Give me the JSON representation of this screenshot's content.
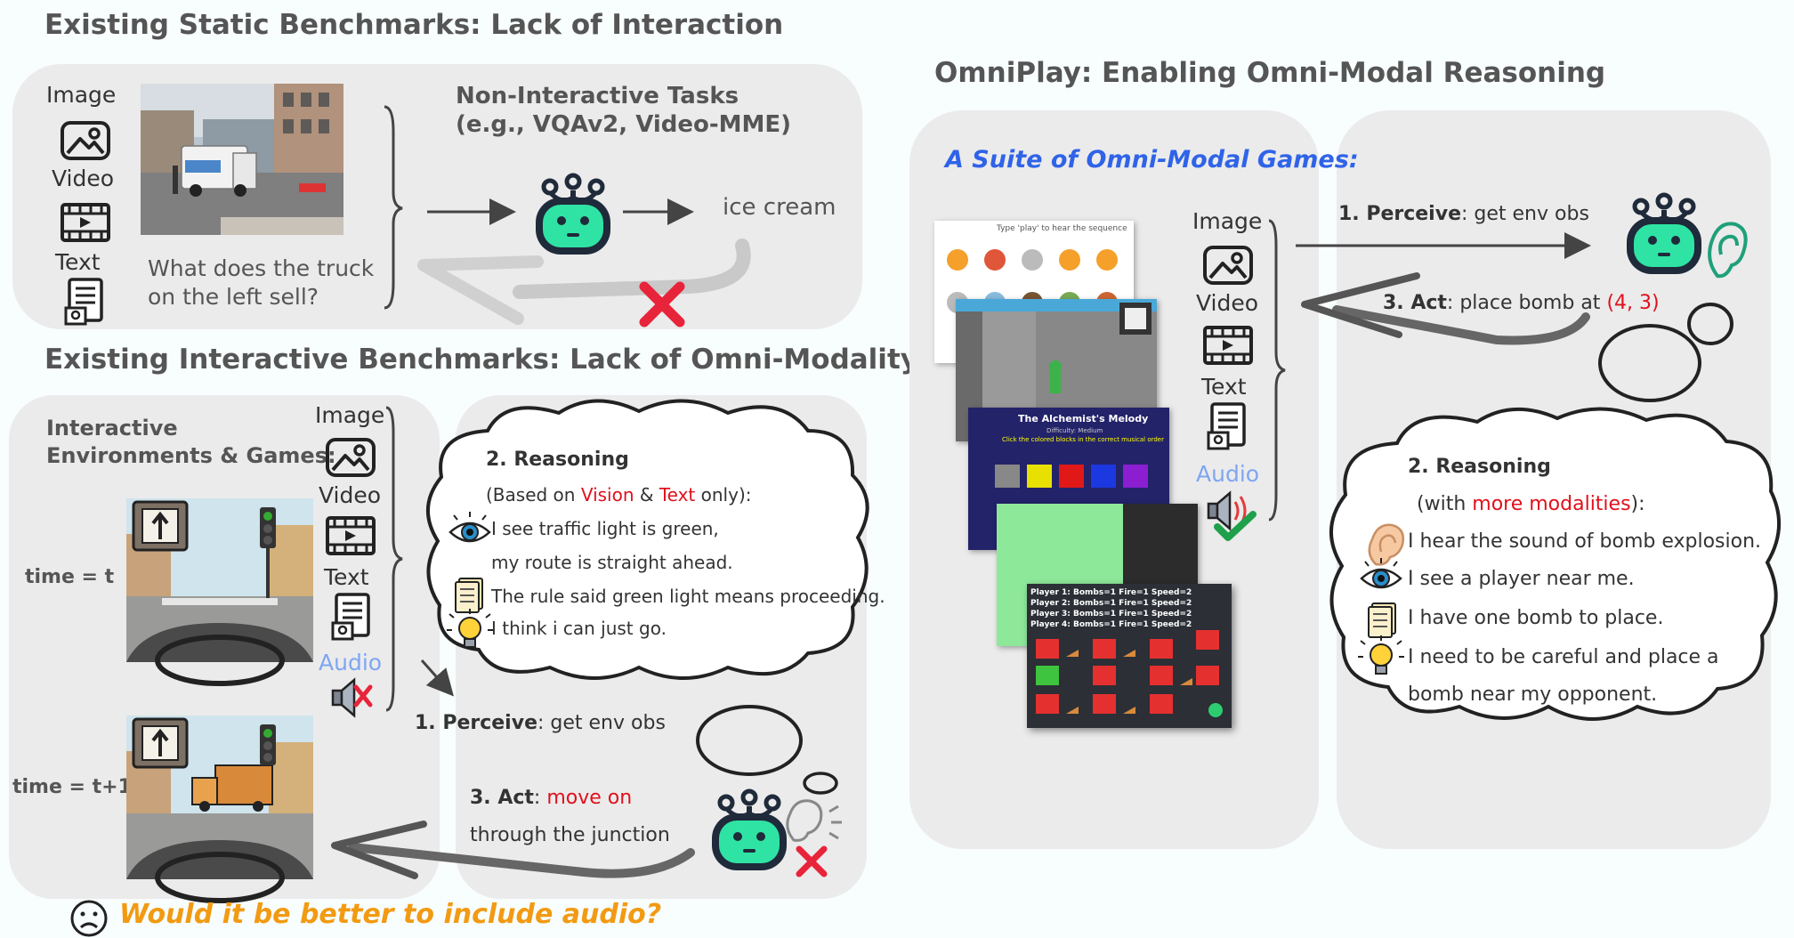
{
  "static_section": {
    "heading": "Existing Static Benchmarks: Lack of Interaction",
    "mod_image": "Image",
    "mod_video": "Video",
    "mod_text": "Text",
    "question_line1": "What does the truck",
    "question_line2": "on the left sell?",
    "tasks_line1": "Non-Interactive Tasks",
    "tasks_line2": "(e.g., VQAv2, Video-MME)",
    "answer": "ice cream"
  },
  "interactive_section": {
    "heading": "Existing Interactive Benchmarks: Lack of Omni-Modality",
    "env_label_line1": "Interactive",
    "env_label_line2": "Environments & Games:",
    "time1": "time = t",
    "time2": "time = t+1",
    "mod_image": "Image",
    "mod_video": "Video",
    "mod_text": "Text",
    "mod_audio": "Audio",
    "reasoning_title": "2. Reasoning",
    "reasoning_based_prefix": "(Based on ",
    "reasoning_vision": "Vision",
    "reasoning_amp": " & ",
    "reasoning_text": "Text",
    "reasoning_only": " only):",
    "r1": "I see traffic light is green,",
    "r1b": "my route is straight ahead.",
    "r2": "The rule said green light means proceeding.",
    "r3": "I think i can just go.",
    "perceive_num": "1. ",
    "perceive_bold": "Perceive",
    "perceive_rest": ": get env obs",
    "act_num": "3. ",
    "act_bold": "Act",
    "act_colon": ": ",
    "act_red": "move on",
    "act_line2": "through the junction",
    "question": "Would it be better to include audio?"
  },
  "omniplay_section": {
    "heading": "OmniPlay: Enabling Omni-Modal Reasoning",
    "suite_title": "A Suite of Omni-Modal Games:",
    "game_alchemist_title": "The Alchemist's Melody",
    "game_alchemist_difficulty": "Difficulty: Medium",
    "game_alchemist_instr": "Click the colored blocks in the correct musical order",
    "game_seq_instr": "Type 'play' to hear the sequence",
    "bomber_lines": [
      "Player 1: Bombs=1 Fire=1 Speed=2",
      "Player 2: Bombs=1 Fire=1 Speed=2",
      "Player 3: Bombs=1 Fire=1 Speed=2",
      "Player 4: Bombs=1 Fire=1 Speed=2"
    ],
    "mod_image": "Image",
    "mod_video": "Video",
    "mod_text": "Text",
    "mod_audio": "Audio",
    "perceive_num": "1. ",
    "perceive_bold": "Perceive",
    "perceive_rest": ": get env obs",
    "act_num": "3. ",
    "act_bold": "Act",
    "act_rest": ": place bomb at ",
    "act_red": "(4, 3)",
    "reasoning_title": "2. Reasoning",
    "reasoning_with_prefix": "(with ",
    "reasoning_more": "more modalities",
    "reasoning_with_suffix": "):",
    "r1": "I hear the sound of bomb explosion.",
    "r2": "I see a player near me.",
    "r3": "I have one bomb to place.",
    "r4": "I need to be careful and place a",
    "r4b": "bomb near my opponent."
  },
  "colors": {
    "panel": "#ebebeb",
    "robot_face": "#2fe3a4",
    "robot_outline": "#1f2a3a",
    "accent_red": "#e0101c",
    "accent_blue": "#2f63e8",
    "audio_label": "#7fa6f2",
    "question": "#f29a12",
    "check_green": "#1fa04a"
  },
  "icons": [
    "image-icon",
    "video-icon",
    "text-document-icon",
    "speaker-icon",
    "speaker-muted-icon",
    "eye-icon",
    "document-icon",
    "lightbulb-icon",
    "ear-icon",
    "check-icon",
    "cross-icon",
    "robot-icon",
    "sad-face-icon"
  ]
}
